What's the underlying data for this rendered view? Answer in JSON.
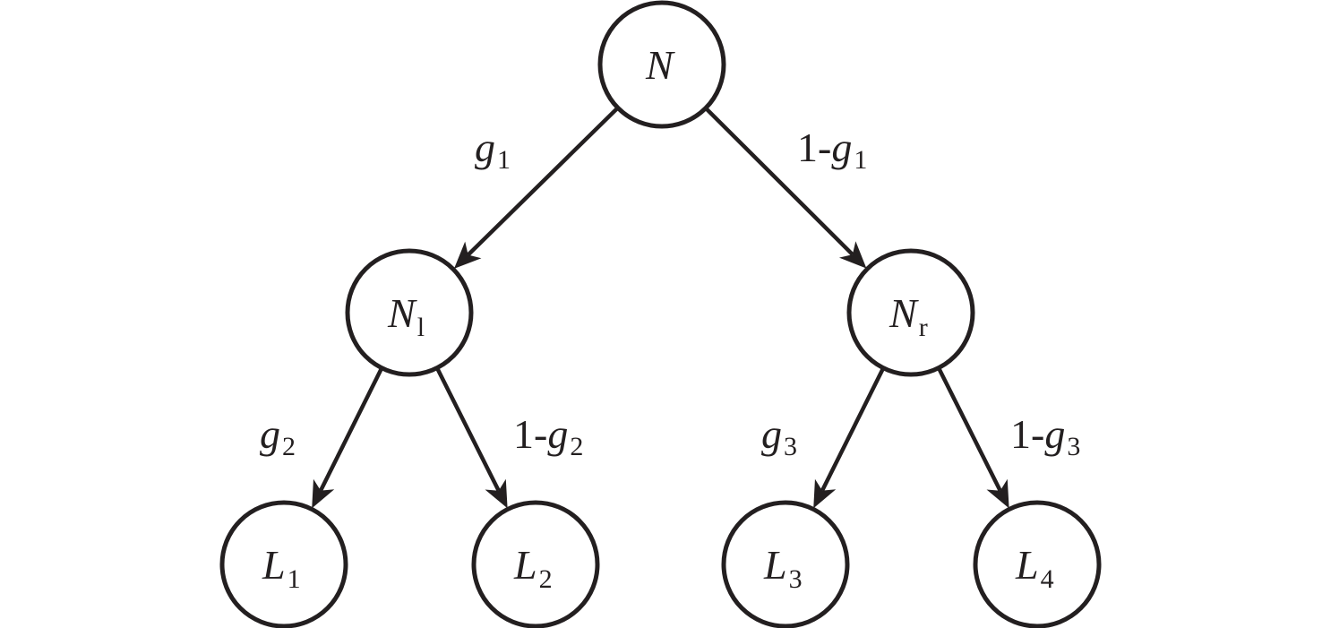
{
  "diagram": {
    "type": "binary-tree",
    "colors": {
      "stroke": "#231f20",
      "background": "#ffffff"
    },
    "nodes": [
      {
        "id": "N",
        "main": "N",
        "sub": "",
        "level": 0
      },
      {
        "id": "Nl",
        "main": "N",
        "sub": "l",
        "level": 1
      },
      {
        "id": "Nr",
        "main": "N",
        "sub": "r",
        "level": 1
      },
      {
        "id": "L1",
        "main": "L",
        "sub": "1",
        "level": 2
      },
      {
        "id": "L2",
        "main": "L",
        "sub": "2",
        "level": 2
      },
      {
        "id": "L3",
        "main": "L",
        "sub": "3",
        "level": 2
      },
      {
        "id": "L4",
        "main": "L",
        "sub": "4",
        "level": 2
      }
    ],
    "edges": [
      {
        "from": "N",
        "to": "Nl",
        "prefix": "",
        "var": "g",
        "sub": "1"
      },
      {
        "from": "N",
        "to": "Nr",
        "prefix": "1-",
        "var": "g",
        "sub": "1"
      },
      {
        "from": "Nl",
        "to": "L1",
        "prefix": "",
        "var": "g",
        "sub": "2"
      },
      {
        "from": "Nl",
        "to": "L2",
        "prefix": "1-",
        "var": "g",
        "sub": "2"
      },
      {
        "from": "Nr",
        "to": "L3",
        "prefix": "",
        "var": "g",
        "sub": "3"
      },
      {
        "from": "Nr",
        "to": "L4",
        "prefix": "1-",
        "var": "g",
        "sub": "3"
      }
    ]
  }
}
